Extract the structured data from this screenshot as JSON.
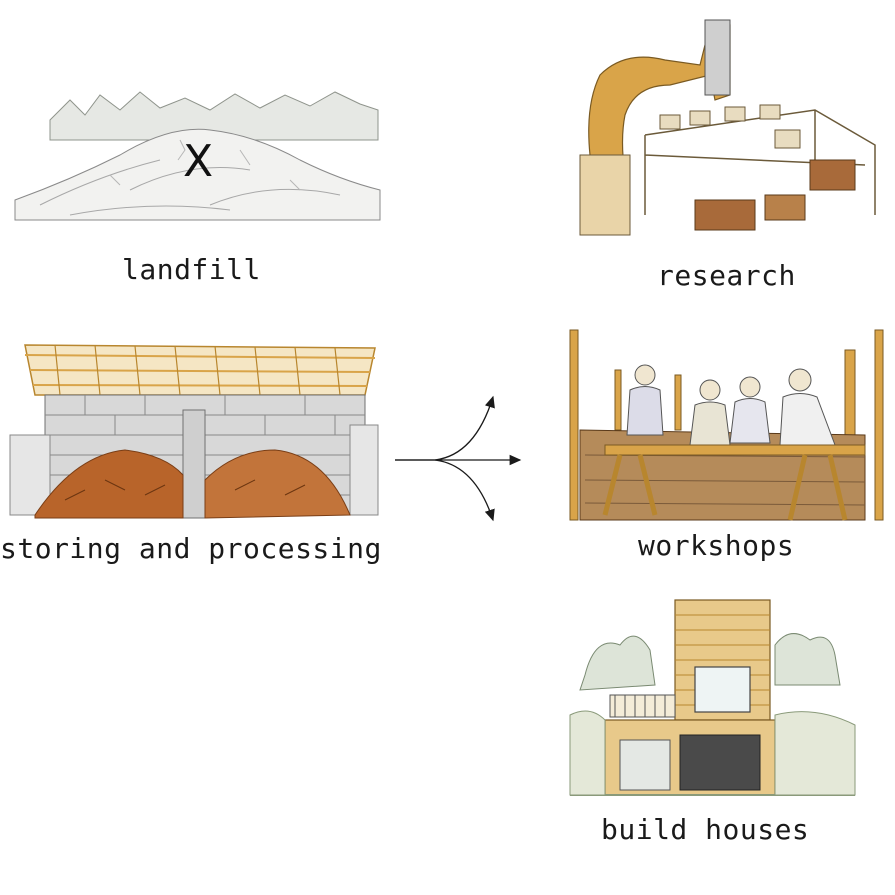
{
  "stages": {
    "landfill": {
      "label": "landfill",
      "marker": "X",
      "icon": "landfill-sketch"
    },
    "storing": {
      "label": "storing and processing",
      "icon": "storage-shed-sketch"
    },
    "research": {
      "label": "research",
      "icon": "robot-arm-sketch"
    },
    "workshops": {
      "label": "workshops",
      "icon": "workshop-people-sketch"
    },
    "houses": {
      "label": "build houses",
      "icon": "house-sketch"
    }
  },
  "colors": {
    "wood": "#d9a449",
    "soil": "#b8642a",
    "stone": "#9a9a9a",
    "line": "#1a1a1a"
  }
}
